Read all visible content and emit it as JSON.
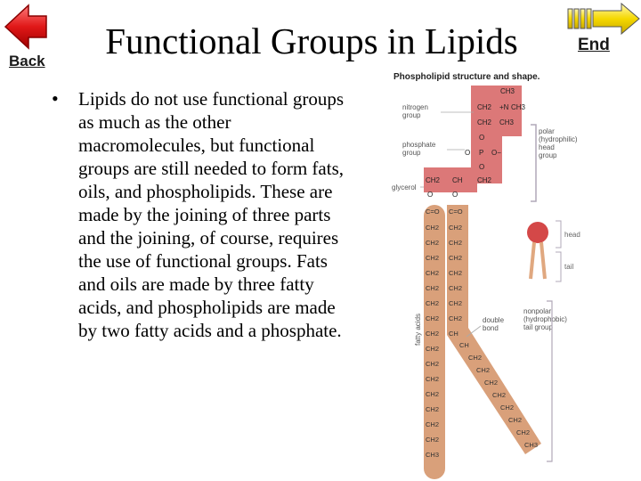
{
  "nav": {
    "back_label": "Back",
    "end_label": "End",
    "back_icon": "left-arrow-icon",
    "end_icon": "right-arrow-icon"
  },
  "slide": {
    "title": "Functional Groups in Lipids",
    "bullet": "•",
    "body": "Lipids do not use functional groups as much as the other macromolecules, but functional groups are still needed to form fats, oils, and phospholipids. These are made by the joining of three parts and the joining, of course, requires the use of functional groups. Fats and oils are made by three fatty acids, and phospholipids are made by two fatty acids and a phosphate."
  },
  "diagram": {
    "title": "Phospholipid structure and shape.",
    "labels": {
      "nitrogen_group": [
        "nitrogen",
        "group"
      ],
      "phosphate_group": [
        "phosphate",
        "group"
      ],
      "glycerol": "glycerol",
      "polar_head": [
        "polar",
        "(hydrophilic)",
        "head",
        "group"
      ],
      "head": "head",
      "tail": "tail",
      "nonpolar_tail": [
        "nonpolar",
        "(hydrophobic)",
        "tail group"
      ],
      "double_bond": [
        "double",
        "bond"
      ],
      "fatty_acids": "fatty acids"
    },
    "formula": {
      "ch3": "CH3",
      "ch2": "CH2",
      "n_plus": "+N",
      "o": "O",
      "p": "P",
      "o_minus": "O−",
      "co": "C=O",
      "ch": "CH"
    },
    "colors": {
      "head_fill": "#d66060",
      "tail_fill": "#d9a07a",
      "bracket": "#b0a8b8",
      "label_text": "#333333",
      "head_ball": "#d44848",
      "tail_legs": "#e0a880"
    }
  }
}
